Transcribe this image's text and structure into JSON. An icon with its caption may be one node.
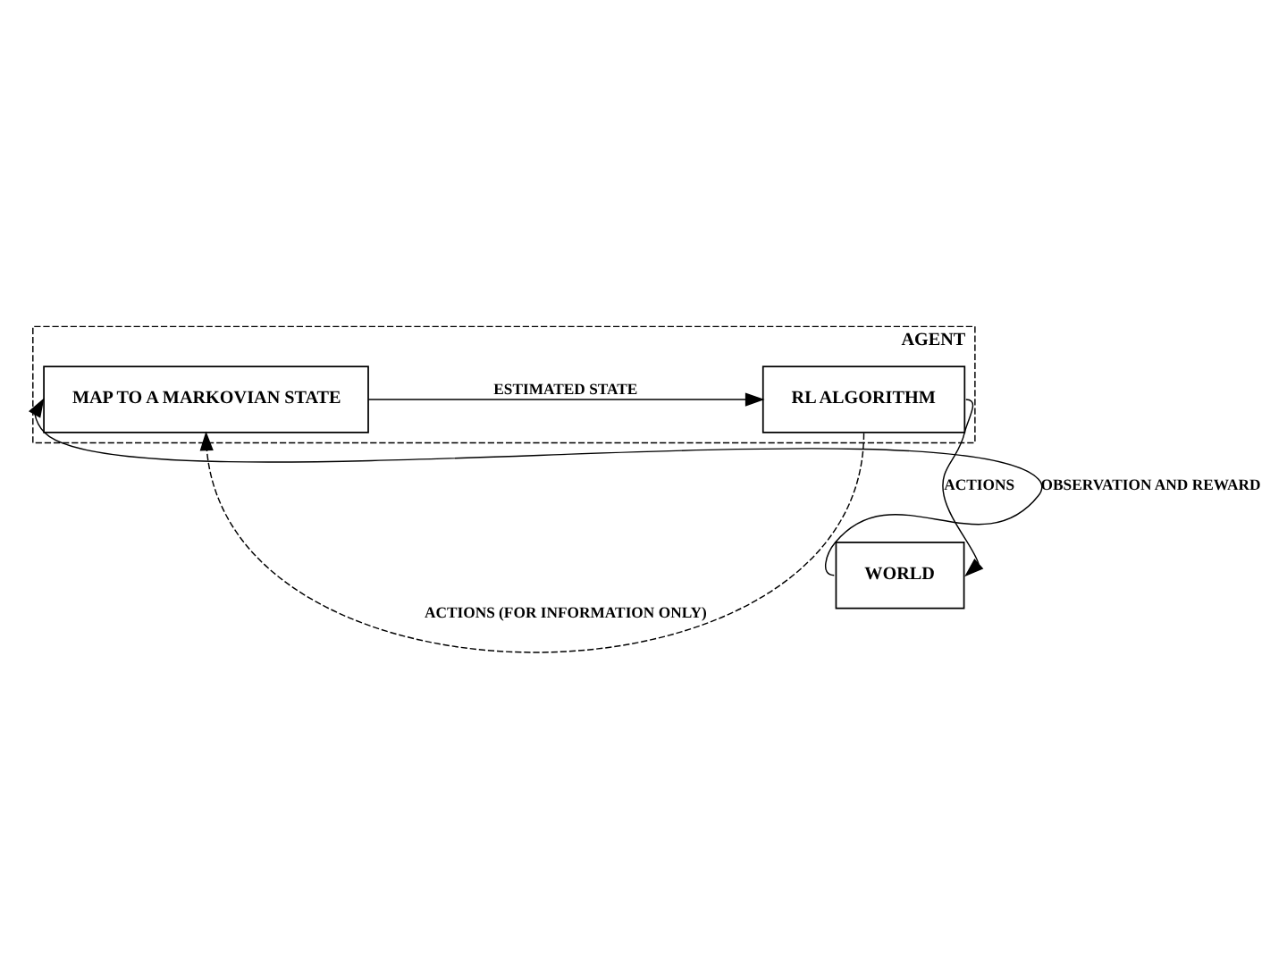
{
  "diagram": {
    "nodes": [
      {
        "text": [
          "AGENT"
        ]
      },
      {
        "text": [
          "MAP TO A MARKOVIAN STATE"
        ],
        "in": 0
      },
      {
        "text": [
          "RL ALGORITHM"
        ],
        "in": 0
      },
      {
        "text": [
          "WORLD"
        ]
      }
    ],
    "edges": [
      {
        "from": 3,
        "to": 1,
        "arrow": "to",
        "label": "OBSERVATION AND REWARD"
      },
      {
        "from": 1,
        "to": 2,
        "arrow": "to",
        "label": "ESTIMATED STATE"
      },
      {
        "from": 2,
        "to": 3,
        "arrow": "to",
        "label": "ACTIONS"
      },
      {
        "from": 2,
        "to": 1,
        "arrow": "to",
        "label": "ACTIONS (FOR INFORMATION ONLY)",
        "style": "dashed"
      }
    ]
  }
}
